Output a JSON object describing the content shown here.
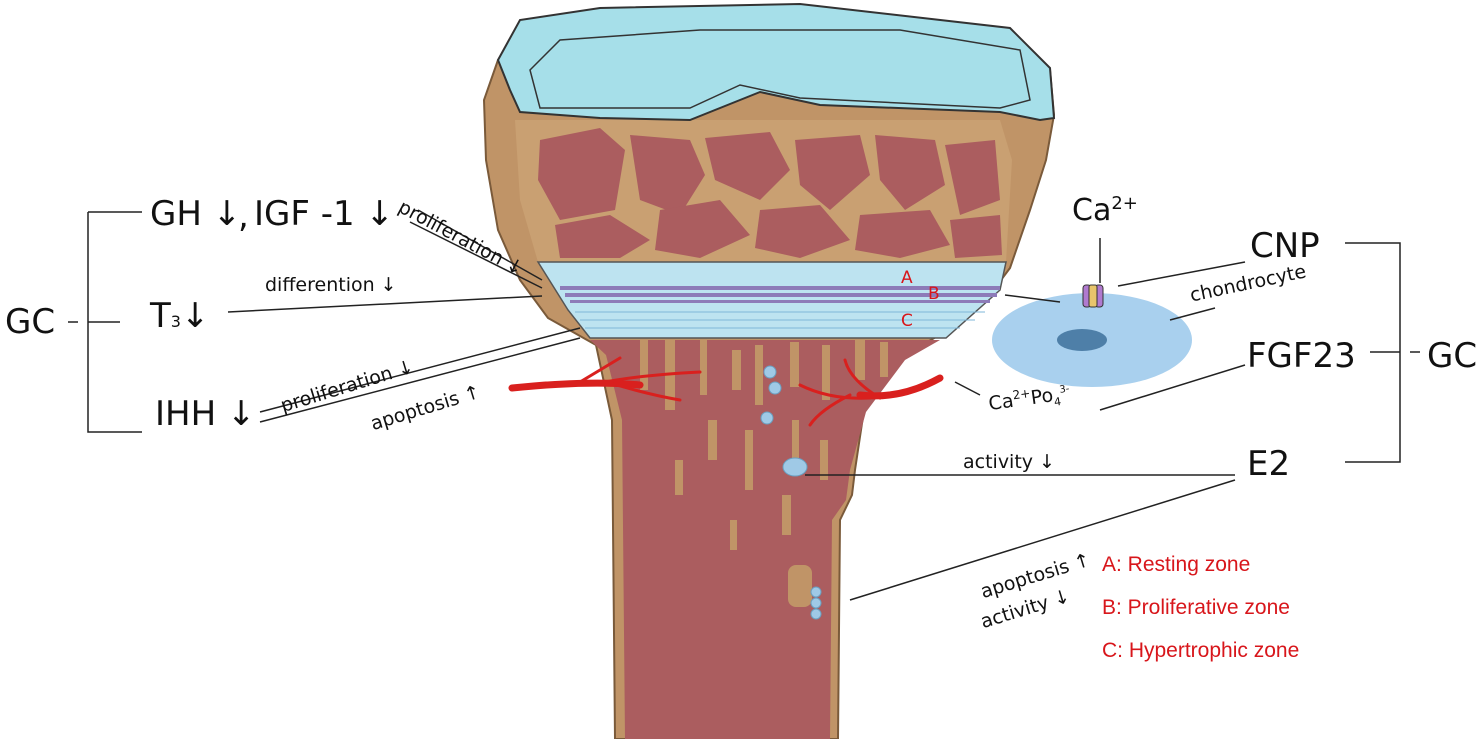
{
  "left": {
    "gc": "GC",
    "gh": "GH ↓",
    "comma": ",",
    "igf": "IGF -1 ↓",
    "t3_main": "T",
    "t3_sub": "3",
    "t3_arrow": "↓",
    "ihh": "IHH ↓",
    "proliferation_top": "proliferation ↓",
    "differention": "differention ↓",
    "proliferation_bottom": "proliferation ↓",
    "apoptosis": "apoptosis ↑"
  },
  "right": {
    "ca_main": "Ca",
    "ca_sup": "2+",
    "cnp": "CNP",
    "chondrocyte": "chondrocyte",
    "fgf23": "FGF23",
    "gc": "GC",
    "ca_po_main": "Ca",
    "ca_po_sup": "2+",
    "po_main": "Po",
    "po_sub": "4",
    "po_sup": "3-",
    "e2": "E2",
    "activity": "activity ↓",
    "apoptosis2": "apoptosis ↑",
    "activity2": "activity ↓"
  },
  "zones": {
    "a": "A",
    "b": "B",
    "c": "C"
  },
  "legend": [
    "A: Resting zone",
    "B: Proliferative zone",
    "C: Hypertrophic zone"
  ],
  "colors": {
    "cartilage": "#a6dfe9",
    "bone_outer": "#c09467",
    "marrow": "#ab5d5f",
    "vessel": "#d9201e",
    "legend_red": "#d8161b",
    "cell": "#9fc9e6"
  }
}
